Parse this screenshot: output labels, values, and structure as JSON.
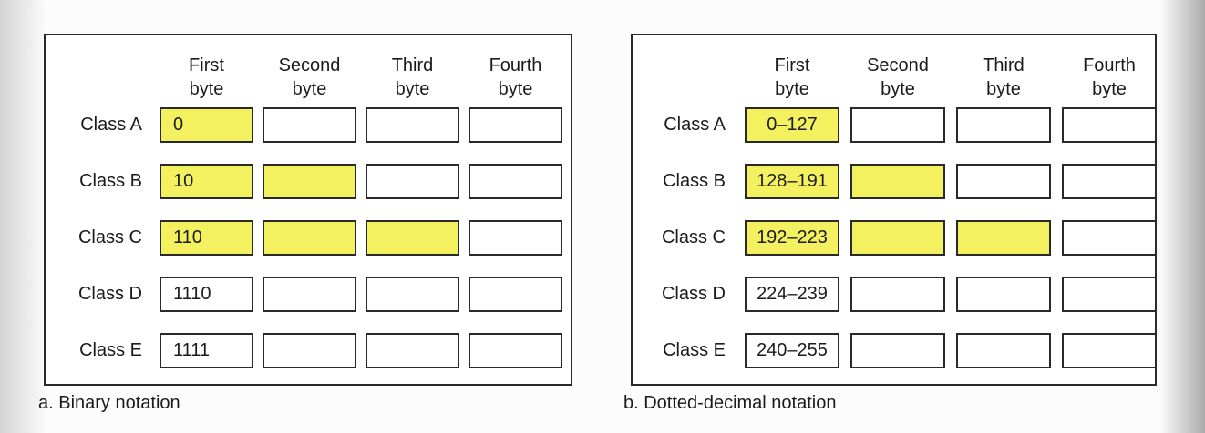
{
  "figure": {
    "colors": {
      "highlight_yellow": "#f4f161",
      "line": "#2a2a2a",
      "text": "#1b1b1b",
      "page_background": "#fcfcfc",
      "left_edge_shade": "#d4d4d4",
      "right_edge_shade": "#ababab"
    },
    "panels": [
      {
        "caption": "a. Binary notation",
        "column_headers": [
          "First byte",
          "Second byte",
          "Third byte",
          "Fourth byte"
        ],
        "rows": [
          {
            "label": "Class A",
            "cells": [
              {
                "text": "0",
                "highlighted": true
              },
              {
                "text": "",
                "highlighted": false
              },
              {
                "text": "",
                "highlighted": false
              },
              {
                "text": "",
                "highlighted": false
              }
            ]
          },
          {
            "label": "Class B",
            "cells": [
              {
                "text": "10",
                "highlighted": true
              },
              {
                "text": "",
                "highlighted": true
              },
              {
                "text": "",
                "highlighted": false
              },
              {
                "text": "",
                "highlighted": false
              }
            ]
          },
          {
            "label": "Class C",
            "cells": [
              {
                "text": "110",
                "highlighted": true
              },
              {
                "text": "",
                "highlighted": true
              },
              {
                "text": "",
                "highlighted": true
              },
              {
                "text": "",
                "highlighted": false
              }
            ]
          },
          {
            "label": "Class D",
            "cells": [
              {
                "text": "1110",
                "highlighted": false
              },
              {
                "text": "",
                "highlighted": false
              },
              {
                "text": "",
                "highlighted": false
              },
              {
                "text": "",
                "highlighted": false
              }
            ]
          },
          {
            "label": "Class E",
            "cells": [
              {
                "text": "1111",
                "highlighted": false
              },
              {
                "text": "",
                "highlighted": false
              },
              {
                "text": "",
                "highlighted": false
              },
              {
                "text": "",
                "highlighted": false
              }
            ]
          }
        ]
      },
      {
        "caption": "b. Dotted-decimal notation",
        "column_headers": [
          "First byte",
          "Second byte",
          "Third byte",
          "Fourth byte"
        ],
        "rows": [
          {
            "label": "Class A",
            "cells": [
              {
                "text": "0–127",
                "highlighted": true
              },
              {
                "text": "",
                "highlighted": false
              },
              {
                "text": "",
                "highlighted": false
              },
              {
                "text": "",
                "highlighted": false
              }
            ]
          },
          {
            "label": "Class B",
            "cells": [
              {
                "text": "128–191",
                "highlighted": true
              },
              {
                "text": "",
                "highlighted": true
              },
              {
                "text": "",
                "highlighted": false
              },
              {
                "text": "",
                "highlighted": false
              }
            ]
          },
          {
            "label": "Class C",
            "cells": [
              {
                "text": "192–223",
                "highlighted": true
              },
              {
                "text": "",
                "highlighted": true
              },
              {
                "text": "",
                "highlighted": true
              },
              {
                "text": "",
                "highlighted": false
              }
            ]
          },
          {
            "label": "Class D",
            "cells": [
              {
                "text": "224–239",
                "highlighted": false
              },
              {
                "text": "",
                "highlighted": false
              },
              {
                "text": "",
                "highlighted": false
              },
              {
                "text": "",
                "highlighted": false
              }
            ]
          },
          {
            "label": "Class E",
            "cells": [
              {
                "text": "240–255",
                "highlighted": false
              },
              {
                "text": "",
                "highlighted": false
              },
              {
                "text": "",
                "highlighted": false
              },
              {
                "text": "",
                "highlighted": false
              }
            ]
          }
        ]
      }
    ]
  }
}
